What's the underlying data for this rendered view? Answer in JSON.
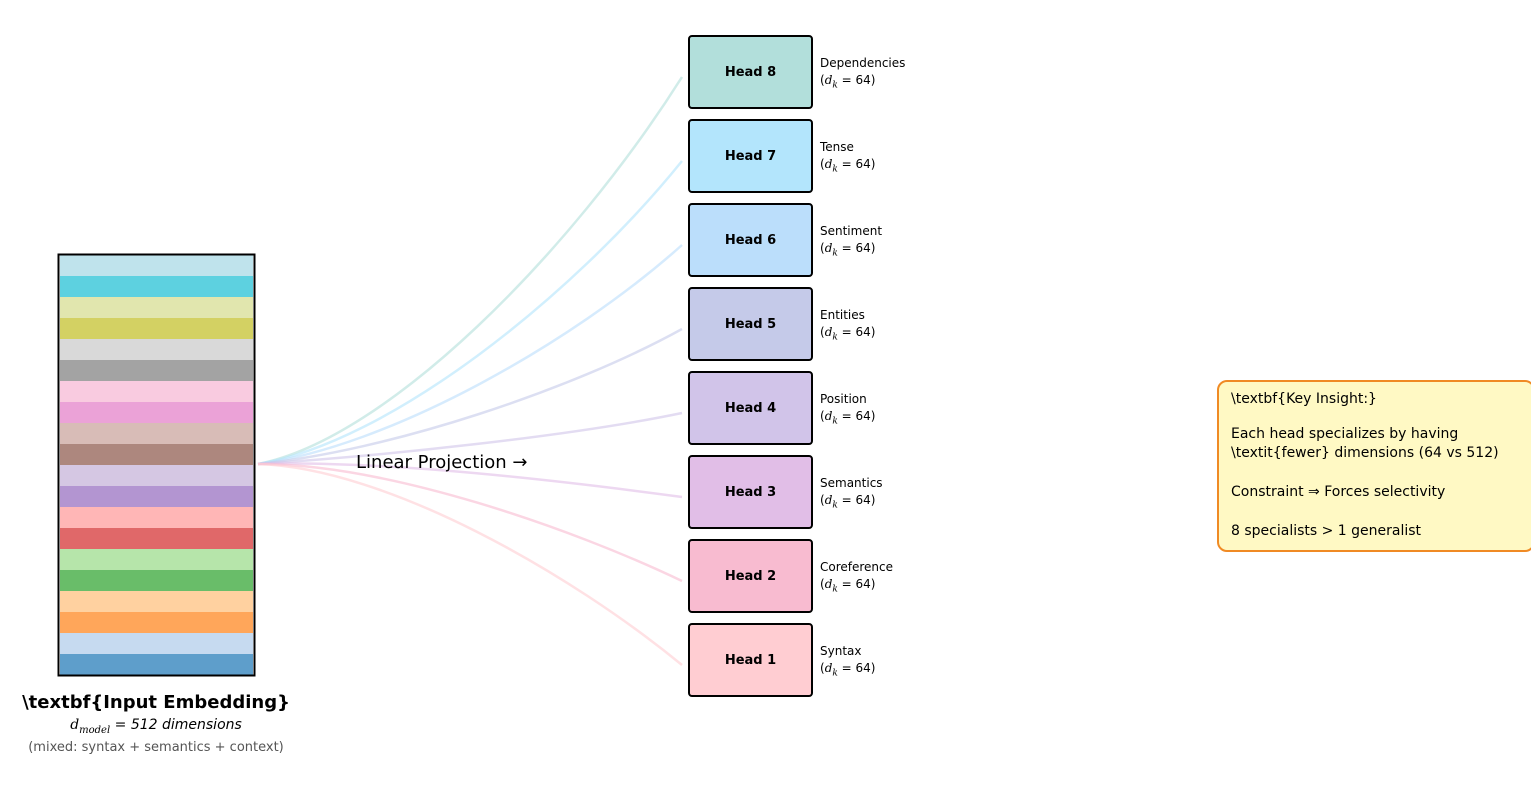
{
  "embedding": {
    "title": "\\textbf{Input Embedding}",
    "subtitle": "d_model = 512 dimensions",
    "subtitle_main": "d",
    "subtitle_sub": "model",
    "subtitle_rest": " = 512 dimensions",
    "note": "(mixed: syntax + semantics + context)",
    "stripe_colors": [
      "#bfe3ec",
      "#5dd1e0",
      "#e1e6ae",
      "#d3d163",
      "#d9d9d9",
      "#a3a3a3",
      "#f9cbe0",
      "#eba2d7",
      "#d8bcb7",
      "#ad877e",
      "#d5c7e3",
      "#b395d1",
      "#ffb6b6",
      "#e06869",
      "#b6e5aa",
      "#69bd69",
      "#ffd1a0",
      "#ffa65a",
      "#c6daf0",
      "#5e9ecb"
    ]
  },
  "projection_label": "Linear Projection →",
  "heads": [
    {
      "label": "Head 8",
      "role": "Dependencies",
      "dim": "(d_k = 64)",
      "color": "#b2dfdb"
    },
    {
      "label": "Head 7",
      "role": "Tense",
      "dim": "(d_k = 64)",
      "color": "#b3e5fc"
    },
    {
      "label": "Head 6",
      "role": "Sentiment",
      "dim": "(d_k = 64)",
      "color": "#bbdefb"
    },
    {
      "label": "Head 5",
      "role": "Entities",
      "dim": "(d_k = 64)",
      "color": "#c5cae9"
    },
    {
      "label": "Head 4",
      "role": "Position",
      "dim": "(d_k = 64)",
      "color": "#d1c4e9"
    },
    {
      "label": "Head 3",
      "role": "Semantics",
      "dim": "(d_k = 64)",
      "color": "#e1bee7"
    },
    {
      "label": "Head 2",
      "role": "Coreference",
      "dim": "(d_k = 64)",
      "color": "#f8bbd0"
    },
    {
      "label": "Head 1",
      "role": "Syntax",
      "dim": "(d_k = 64)",
      "color": "#ffcdd2"
    }
  ],
  "insight": {
    "title": "\\textbf{Key Insight:}",
    "line1": "Each head specializes by having",
    "line2": "\\textit{fewer} dimensions (64 vs 512)",
    "line3": "Constraint ⇒ Forces selectivity",
    "line4": "8 specialists > 1 generalist",
    "border_color": "#f08a24",
    "fill_color": "#fff9c4"
  }
}
